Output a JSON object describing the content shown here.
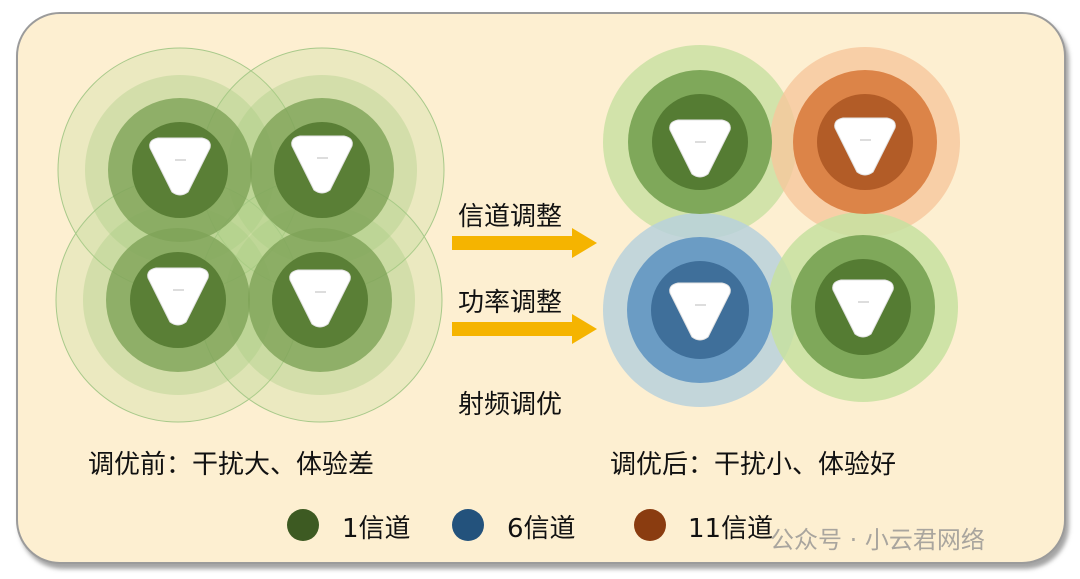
{
  "steps": [
    "信道调整",
    "功率调整",
    "射频调优"
  ],
  "captions": {
    "before": "调优前：干扰大、体验差",
    "after": "调优后：干扰小、体验好"
  },
  "legend": [
    {
      "label": "1信道",
      "color": "#3d5a22"
    },
    {
      "label": "6信道",
      "color": "#23527c"
    },
    {
      "label": "11信道",
      "color": "#8a3c10"
    }
  ],
  "watermark": "公众号 · 小云君网络",
  "colors": {
    "background": "#fdefd1",
    "arrow": "#f5b400"
  }
}
